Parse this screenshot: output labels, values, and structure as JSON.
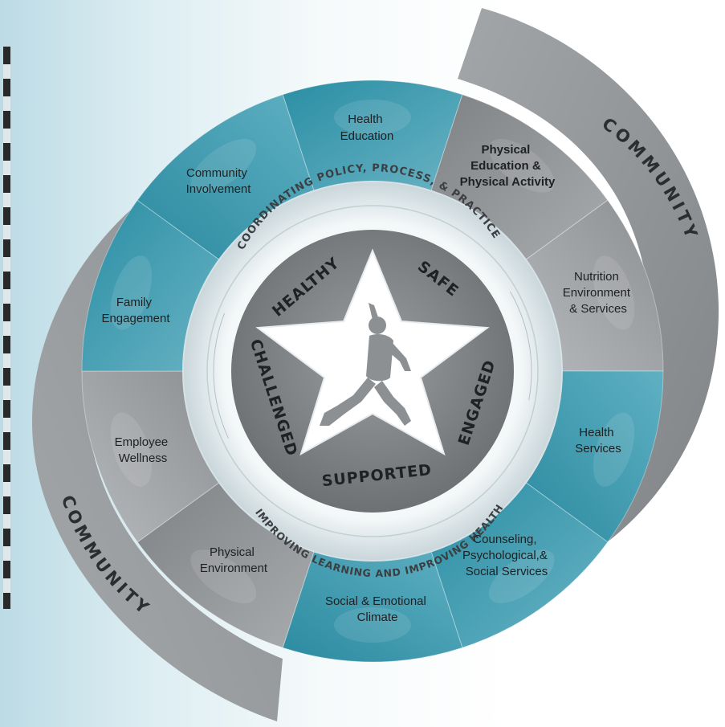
{
  "segments": [
    {
      "label1": "Health",
      "label2": "Education"
    },
    {
      "label1": "Physical",
      "label2": "Education &",
      "label3": "Physical Activity"
    },
    {
      "label1": "Nutrition",
      "label2": "Environment",
      "label3": "& Services"
    },
    {
      "label1": "Health",
      "label2": "Services"
    },
    {
      "label1": "Counseling,",
      "label2": "Psychological,&",
      "label3": "Social Services"
    },
    {
      "label1": "Social & Emotional",
      "label2": "Climate"
    },
    {
      "label1": "Physical",
      "label2": "Environment"
    },
    {
      "label1": "Employee",
      "label2": "Wellness"
    },
    {
      "label1": "Family",
      "label2": "Engagement"
    },
    {
      "label1": "Community",
      "label2": "Involvement"
    }
  ],
  "ring": {
    "top_text": "COORDINATING POLICY, PROCESS, & PRACTICE",
    "bottom_text": "IMPROVING LEARNING AND IMPROVING HEALTH"
  },
  "community": {
    "right_label": "COMMUNITY",
    "left_label": "COMMUNITY"
  },
  "star_words": {
    "healthy": "HEALTHY",
    "safe": "SAFE",
    "engaged": "ENGAGED",
    "supported": "SUPPORTED",
    "challenged": "CHALLENGED"
  },
  "colors": {
    "teal": "#2f93a8",
    "teal_light": "#6fb3c4",
    "gray": "#8a8d90",
    "gray_light": "#b3b6b9",
    "community_arc": "#999c9f",
    "ring_light": "#e4eef1",
    "hub": "#7d8083",
    "star": "#ffffff"
  }
}
